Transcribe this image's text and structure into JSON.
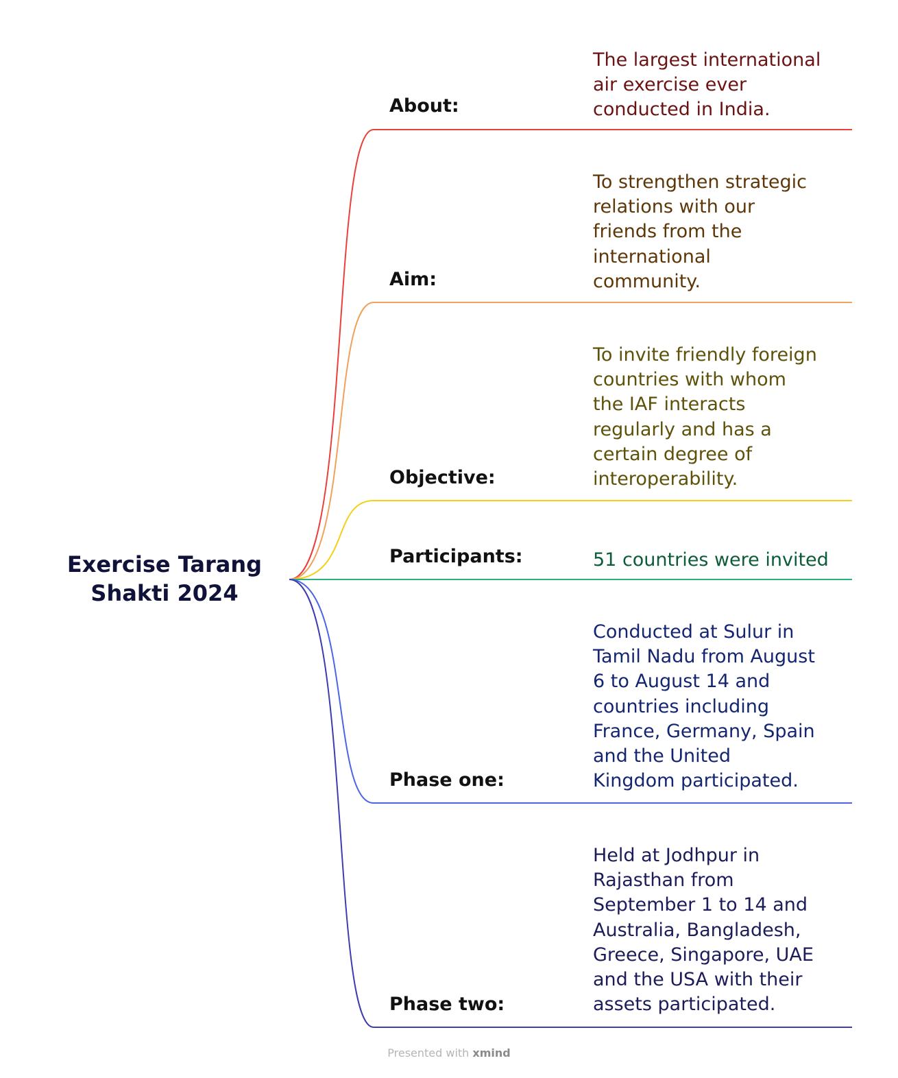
{
  "central_topic": {
    "lines": [
      "Exercise Tarang",
      "Shakti 2024"
    ]
  },
  "branches": [
    {
      "label": "About:",
      "color": "#e8413b",
      "text_color": "#6b1313",
      "lines": [
        "The largest international",
        "air exercise ever",
        "conducted in India."
      ]
    },
    {
      "label": "Aim:",
      "color": "#f0a15c",
      "text_color": "#5e3708",
      "lines": [
        "To strengthen strategic",
        "relations with our",
        "friends from the",
        "international",
        "community."
      ]
    },
    {
      "label": "Objective:",
      "color": "#f5cf17",
      "text_color": "#5e520a",
      "lines": [
        "To invite friendly foreign",
        "countries with whom",
        "the IAF interacts",
        "regularly and has a",
        "certain degree of",
        "interoperability."
      ]
    },
    {
      "label": "Participants:",
      "color": "#27b279",
      "text_color": "#0c5c3a",
      "lines": [
        "51 countries were invited"
      ]
    },
    {
      "label": "Phase one:",
      "color": "#4a66e6",
      "text_color": "#142572",
      "lines": [
        "Conducted at Sulur in",
        "Tamil Nadu from August",
        "6 to August 14 and",
        "countries including",
        "France, Germany, Spain",
        "and the United",
        "Kingdom participated."
      ]
    },
    {
      "label": "Phase two:",
      "color": "#3d3db0",
      "text_color": "#1c1c5a",
      "lines": [
        "Held at Jodhpur in",
        "Rajasthan from",
        "September 1 to 14 and",
        "Australia, Bangladesh,",
        "Greece, Singapore, UAE",
        "and the USA with their",
        "assets participated."
      ]
    }
  ],
  "footer": {
    "prefix": "Presented with",
    "brand": "xmind"
  }
}
